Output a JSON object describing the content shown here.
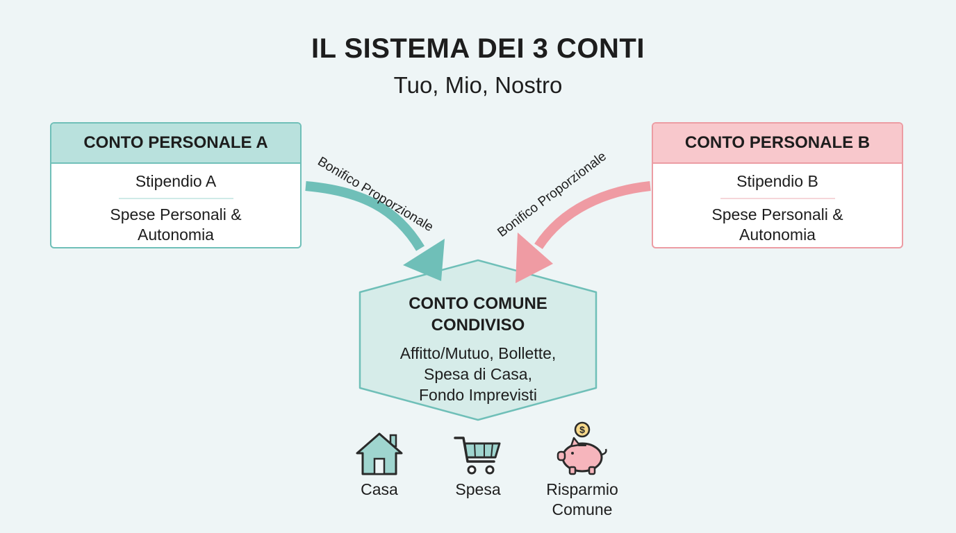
{
  "header": {
    "title": "IL SISTEMA DEI 3 CONTI",
    "subtitle": "Tuo, Mio, Nostro"
  },
  "accounts": [
    {
      "title": "CONTO PERSONALE A",
      "income": "Stipendio A",
      "usage_1": "Spese Personali &",
      "usage_2": "Autonomia",
      "color": "#6fbfb8"
    },
    {
      "title": "CONTO PERSONALE B",
      "income": "Stipendio B",
      "usage_1": "Spese Personali &",
      "usage_2": "Autonomia",
      "color": "#ec9ca3"
    }
  ],
  "flows": {
    "left_label": "Bonifico Proporzionale",
    "right_label": "Bonifico Proporzionale"
  },
  "joint": {
    "title_1": "CONTO COMUNE",
    "title_2": "CONDIVISO",
    "items_1": "Affitto/Mutuo, Bollette,",
    "items_2": "Spesa di Casa,",
    "items_3": "Fondo Imprevisti",
    "color": "#6fbfb8"
  },
  "categories": [
    {
      "icon": "house-icon",
      "label_1": "Casa",
      "label_2": ""
    },
    {
      "icon": "cart-icon",
      "label_1": "Spesa",
      "label_2": ""
    },
    {
      "icon": "piggy-bank-icon",
      "label_1": "Risparmio",
      "label_2": "Comune"
    }
  ]
}
